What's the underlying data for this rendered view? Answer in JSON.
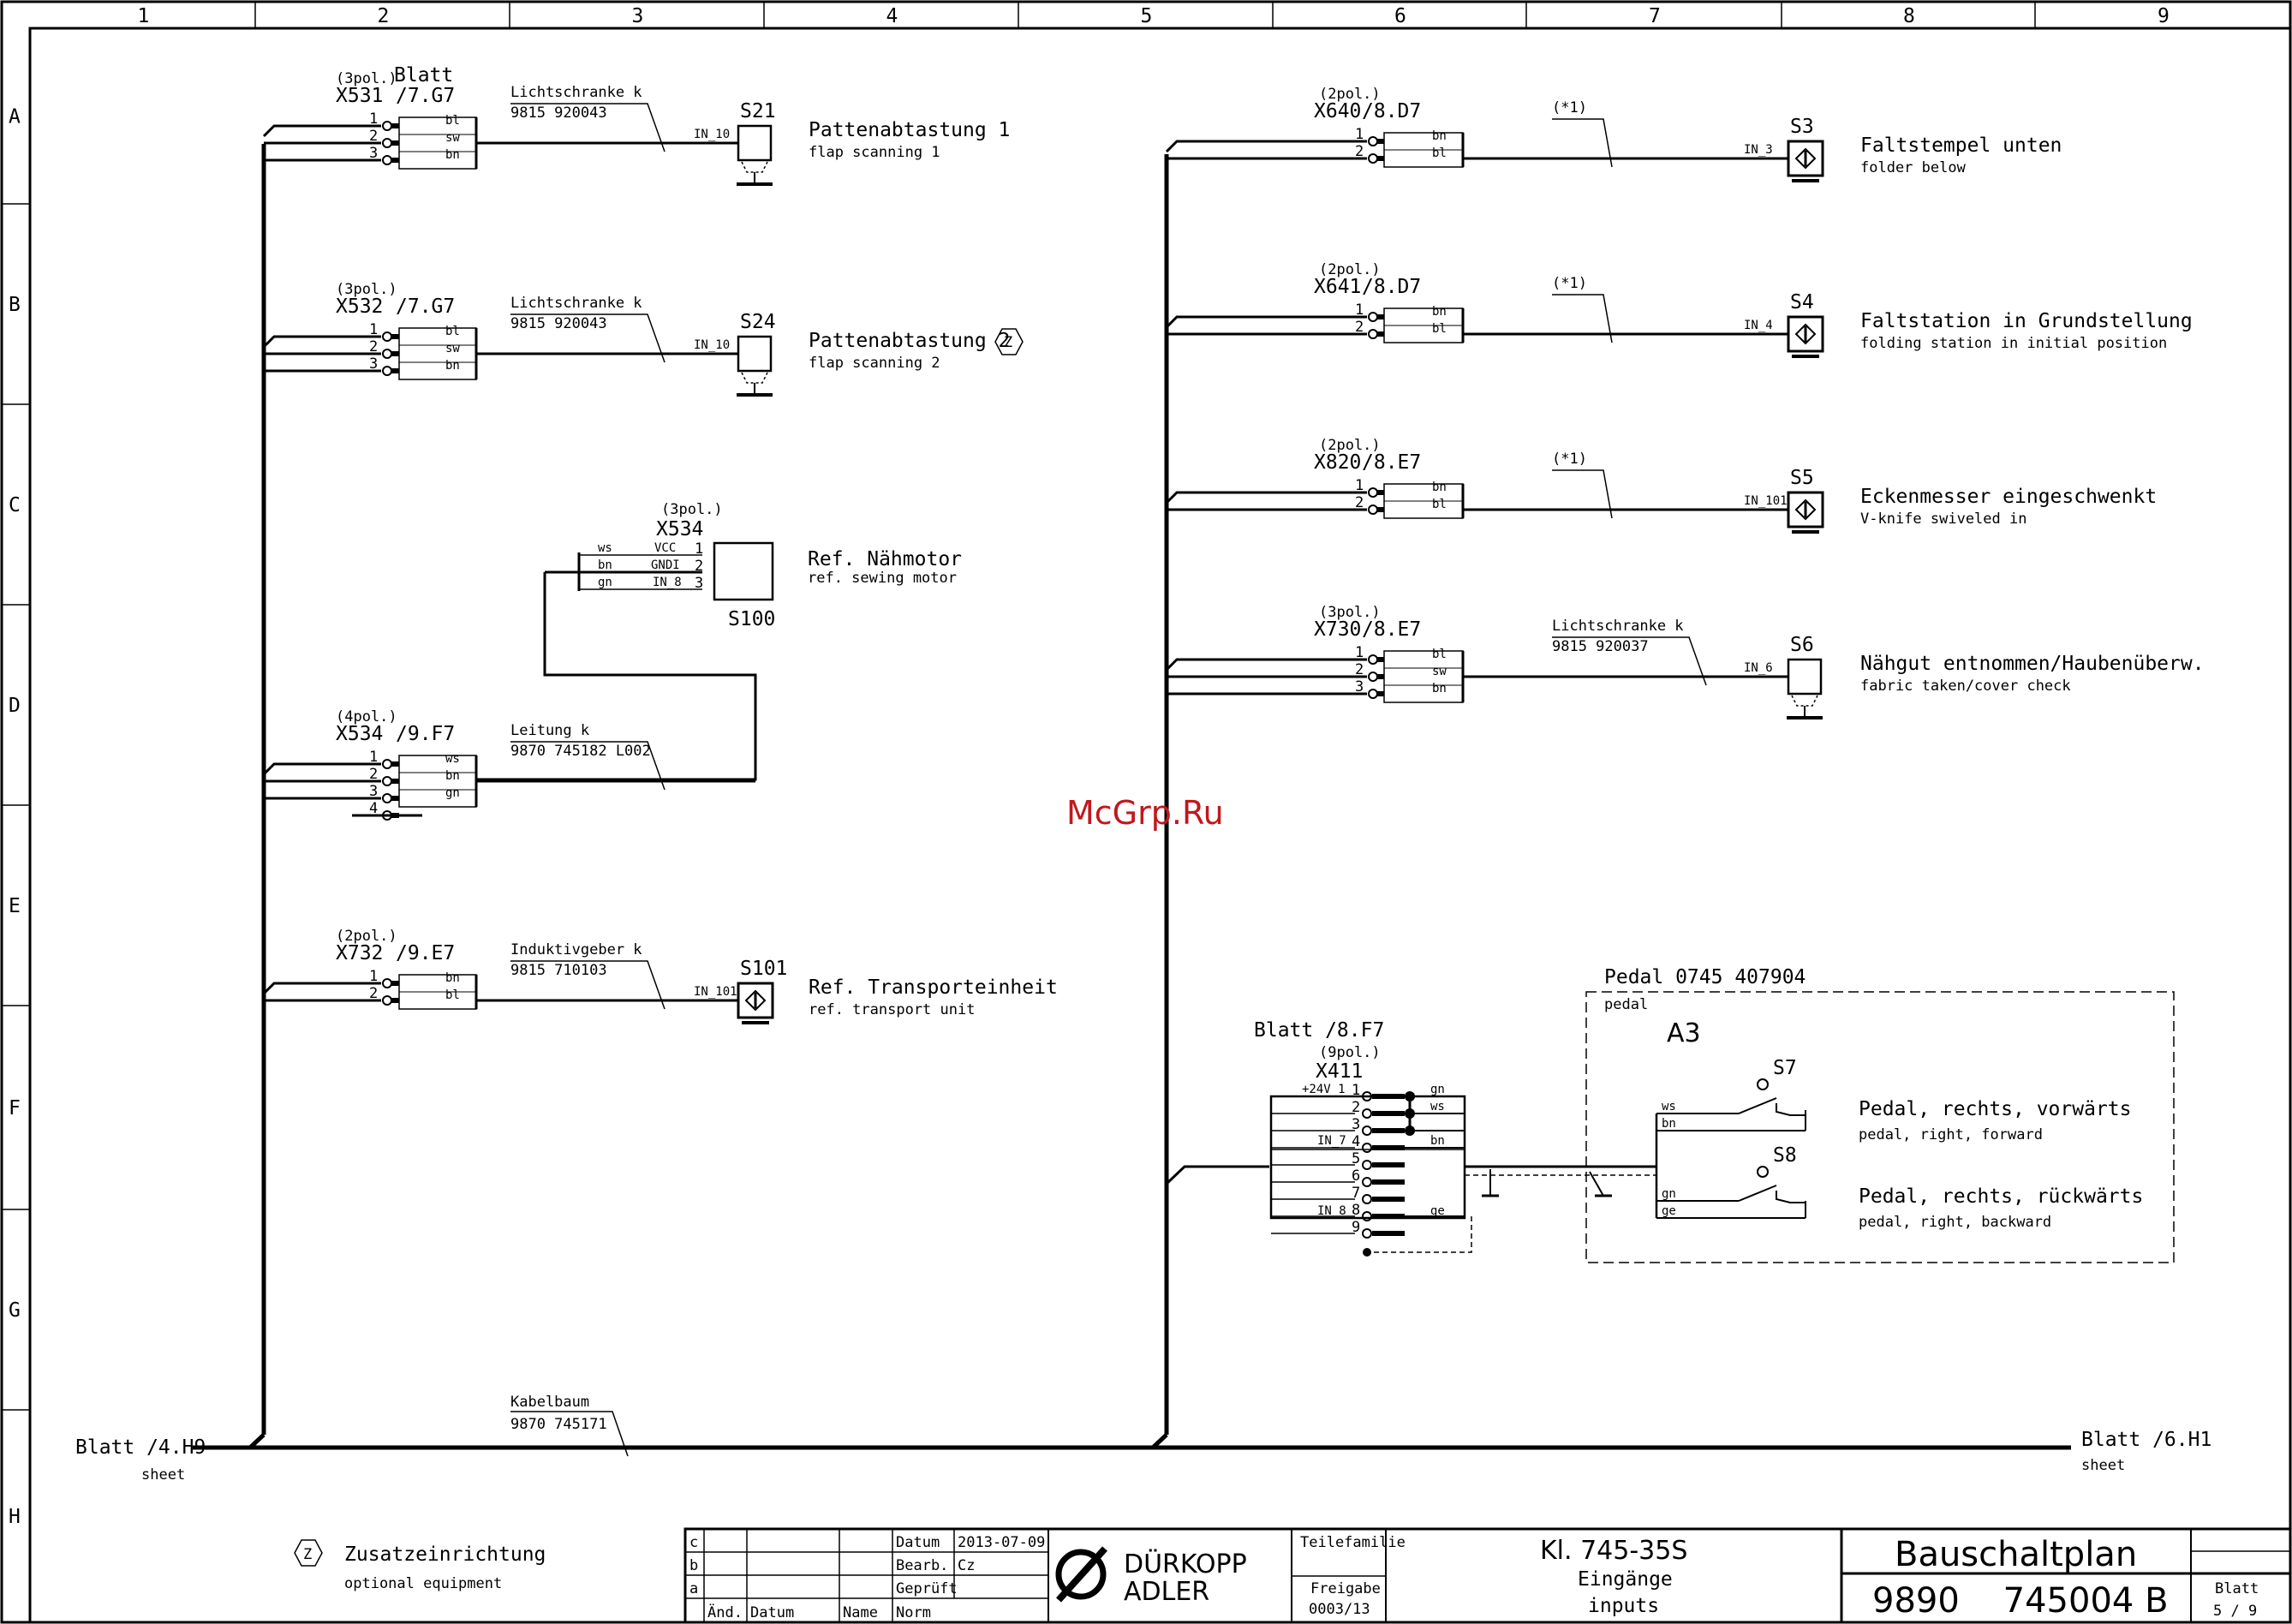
{
  "grid": {
    "columns": [
      "1",
      "2",
      "3",
      "4",
      "5",
      "6",
      "7",
      "8",
      "9"
    ],
    "rows": [
      "A",
      "B",
      "C",
      "D",
      "E",
      "F",
      "G",
      "H"
    ]
  },
  "watermark": "McGrp.Ru",
  "connectors": [
    {
      "pol": "(3pol.)",
      "blatt": "Blatt",
      "name": "X531",
      "ref": "/7.G7",
      "pins": [
        "1",
        "2",
        "3"
      ],
      "colors": [
        "bl",
        "sw",
        "bn"
      ],
      "cable": "Lichtschranke k",
      "cable_no": "9815 920043",
      "signal": "IN_10",
      "dev": "S21",
      "title": "Pattenabtastung 1",
      "sub": "flap scanning 1"
    },
    {
      "pol": "(3pol.)",
      "name": "X532",
      "ref": "/7.G7",
      "pins": [
        "1",
        "2",
        "3"
      ],
      "colors": [
        "bl",
        "sw",
        "bn"
      ],
      "cable": "Lichtschranke k",
      "cable_no": "9815 920043",
      "signal": "IN_10",
      "dev": "S24",
      "title": "Pattenabtastung 2",
      "sub": "flap scanning 2",
      "opt": "Z"
    },
    {
      "pol": "(4pol.)",
      "name": "X534",
      "ref": "/9.F7",
      "pins": [
        "1",
        "2",
        "3",
        "4"
      ],
      "colors": [
        "ws",
        "bn",
        "gn"
      ],
      "cable": "Leitung k",
      "cable_no": "9870 745182 L002"
    },
    {
      "pol": "(2pol.)",
      "name": "X732",
      "ref": "/9.E7",
      "pins": [
        "1",
        "2"
      ],
      "colors": [
        "bn",
        "bl"
      ],
      "cable": "Induktivgeber k",
      "cable_no": "9815 710103",
      "signal": "IN_101",
      "dev": "S101",
      "title": "Ref. Transporteinheit",
      "sub": "ref. transport unit"
    },
    {
      "pol": "(2pol.)",
      "name": "X640",
      "ref": "/8.D7",
      "pins": [
        "1",
        "2"
      ],
      "colors": [
        "bn",
        "bl"
      ],
      "cable": "(*1)",
      "signal": "IN_3",
      "dev": "S3",
      "title": "Faltstempel unten",
      "sub": "folder below"
    },
    {
      "pol": "(2pol.)",
      "name": "X641",
      "ref": "/8.D7",
      "pins": [
        "1",
        "2"
      ],
      "colors": [
        "bn",
        "bl"
      ],
      "cable": "(*1)",
      "signal": "IN_4",
      "dev": "S4",
      "title": "Faltstation in Grundstellung",
      "sub": "folding station in initial position"
    },
    {
      "pol": "(2pol.)",
      "name": "X820",
      "ref": "/8.E7",
      "pins": [
        "1",
        "2"
      ],
      "colors": [
        "bn",
        "bl"
      ],
      "cable": "(*1)",
      "signal": "IN_101",
      "dev": "S5",
      "title": "Eckenmesser eingeschwenkt",
      "sub": "V-knife swiveled in"
    },
    {
      "pol": "(3pol.)",
      "name": "X730",
      "ref": "/8.E7",
      "pins": [
        "1",
        "2",
        "3"
      ],
      "colors": [
        "bl",
        "sw",
        "bn"
      ],
      "cable": "Lichtschranke k",
      "cable_no": "9815 920037",
      "signal": "IN_6",
      "dev": "S6",
      "title": "Nähgut entnommen/Haubenüberw.",
      "sub": "fabric taken/cover check"
    }
  ],
  "motor": {
    "pol": "(3pol.)",
    "name": "X534",
    "colors": [
      "ws",
      "bn",
      "gn"
    ],
    "signals": [
      "VCC",
      "GNDI",
      "IN_8"
    ],
    "pins": [
      "1",
      "2",
      "3"
    ],
    "dev": "S100",
    "title": "Ref. Nähmotor",
    "sub": "ref. sewing motor"
  },
  "pedal": {
    "title": "Pedal 0745 407904",
    "sub": "pedal",
    "unit": "A3",
    "blatt": "Blatt /8.F7",
    "pol": "(9pol.)",
    "name": "X411",
    "pins": [
      "1",
      "2",
      "3",
      "4",
      "5",
      "6",
      "7",
      "8",
      "9"
    ],
    "signals": [
      "+24V_1",
      "IN_7",
      "IN_8"
    ],
    "colors": [
      "gn",
      "ws",
      "bn",
      "ge"
    ],
    "s7": "S7",
    "s7_colors": [
      "ws",
      "bn"
    ],
    "s7_title": "Pedal, rechts, vorwärts",
    "s7_sub": "pedal, right, forward",
    "s8": "S8",
    "s8_colors": [
      "gn",
      "ge"
    ],
    "s8_title": "Pedal, rechts, rückwärts",
    "s8_sub": "pedal, right, backward"
  },
  "bus": {
    "left": "Blatt /4.H9",
    "left_sub": "sheet",
    "right": "Blatt /6.H1",
    "right_sub": "sheet",
    "cable": "Kabelbaum",
    "cable_no": "9870 745171"
  },
  "legend": {
    "symbol": "Z",
    "title": "Zusatzeinrichtung",
    "sub": "optional equipment"
  },
  "titleblock": {
    "rev": [
      "c",
      "b",
      "a"
    ],
    "cols": [
      "Änd.",
      "Datum",
      "Name",
      "Norm"
    ],
    "rows": [
      "Datum",
      "Bearb.",
      "Geprüft"
    ],
    "date": "2013-07-09",
    "author": "Cz",
    "brand1": "DÜRKOPP",
    "brand2": "ADLER",
    "fam": "Teilefamilie",
    "freigabe": "Freigabe",
    "freigabe_no": "0003/13",
    "kl": "Kl. 745-35S",
    "desc": "Eingänge",
    "desc_en": "inputs",
    "plan": "Bauschaltplan",
    "doc_no": "9890    745004 B",
    "sheet": "Blatt",
    "sheet_no": "5 / 9"
  }
}
